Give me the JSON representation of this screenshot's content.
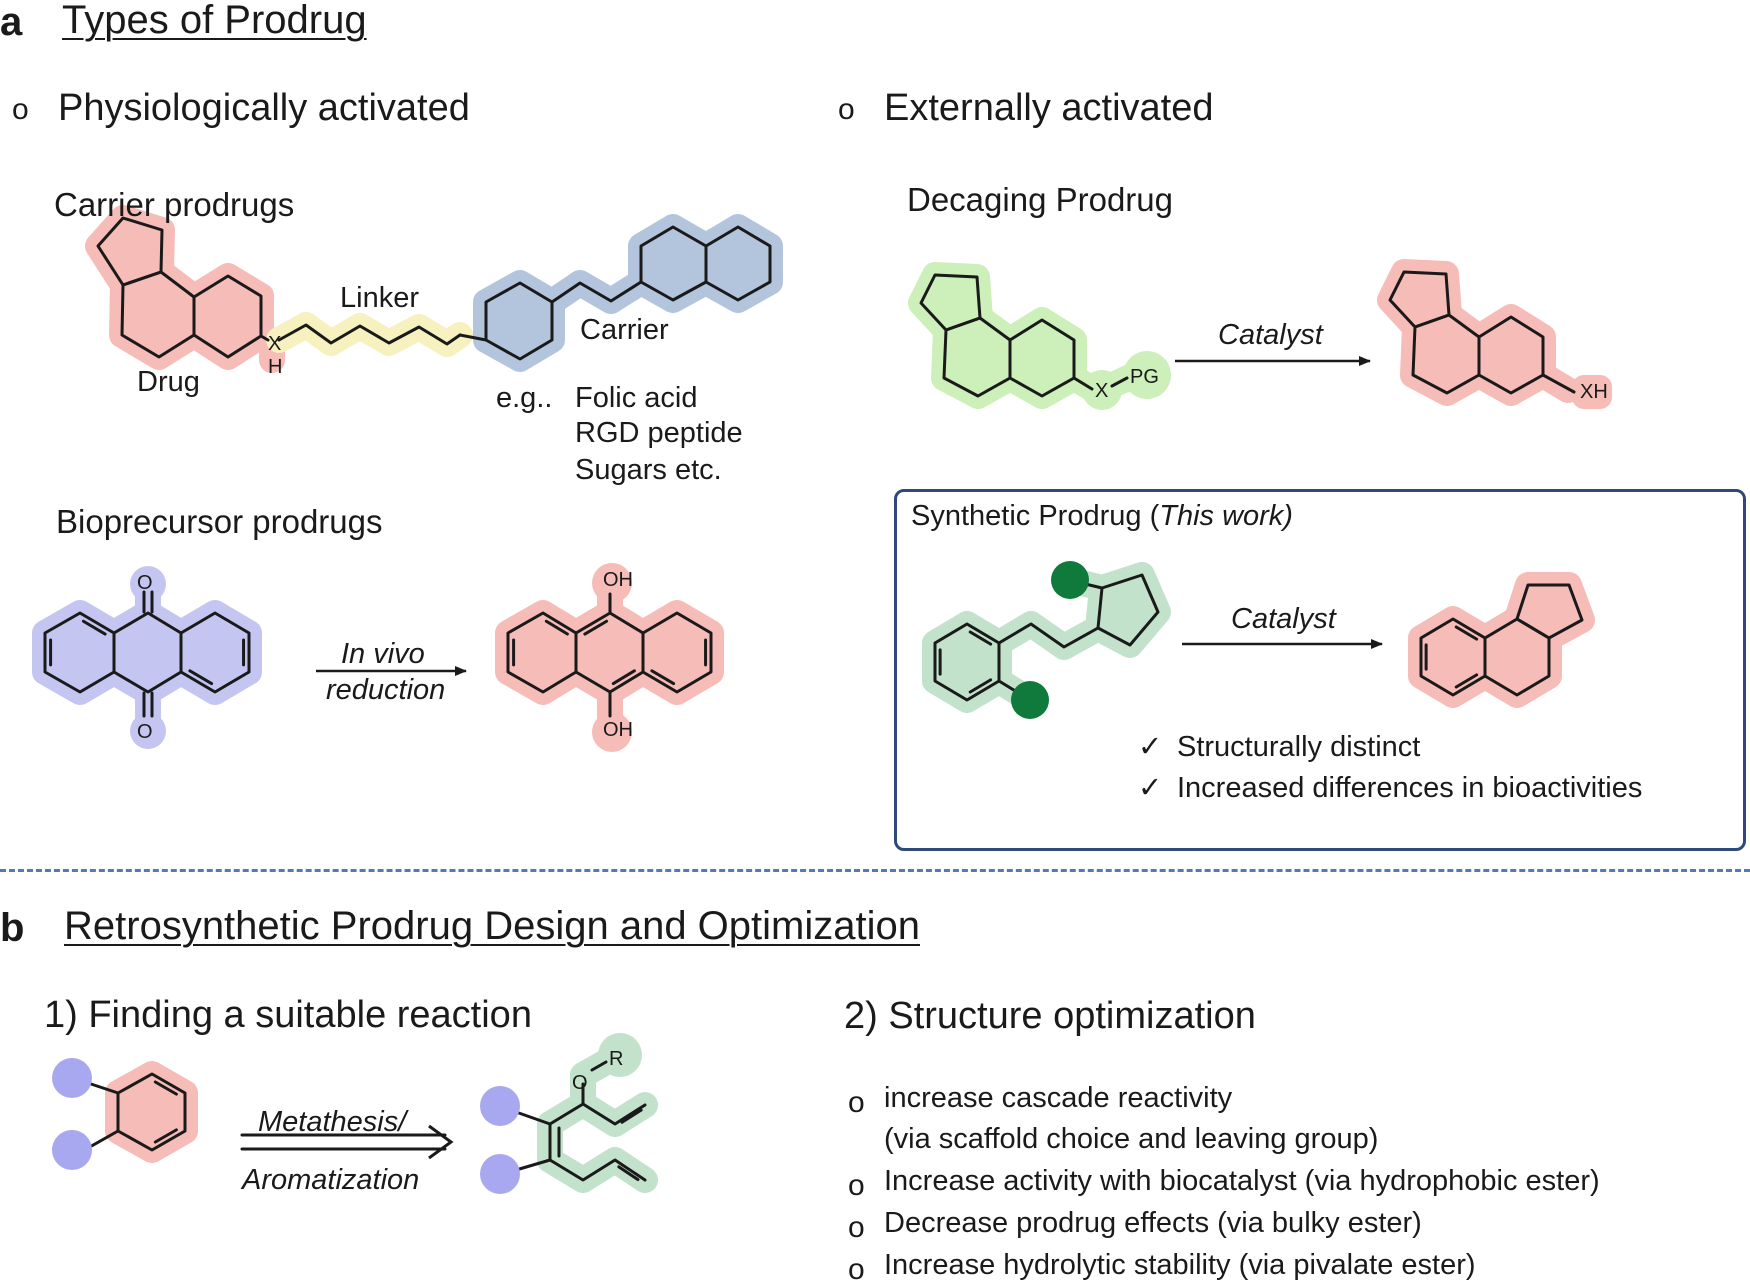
{
  "panel_a": {
    "letter": "a",
    "title": "Types of Prodrug",
    "physio_header": "Physiologically activated",
    "external_header": "Externally activated",
    "carrier": {
      "title": "Carrier prodrugs",
      "linker_label": "Linker",
      "drug_label": "Drug",
      "carrier_label": "Carrier",
      "x_atom": "X",
      "h_atom": "H",
      "eg": "e.g..",
      "examples": [
        "Folic acid",
        "RGD peptide",
        "Sugars etc."
      ]
    },
    "bioprecursor": {
      "title": "Bioprecursor prodrugs",
      "o_top": "O",
      "o_bottom": "O",
      "oh_top": "OH",
      "oh_bottom": "OH",
      "arrow_line1": "In vivo",
      "arrow_line2": "reduction"
    },
    "decaging": {
      "title": "Decaging Prodrug",
      "x_atom": "X",
      "pg": "PG",
      "xh": "XH",
      "catalyst": "Catalyst"
    },
    "synthetic": {
      "title_prefix": "Synthetic Prodrug (",
      "title_italic": "This work)",
      "catalyst": "Catalyst",
      "checks": [
        "Structurally distinct",
        "Increased differences in bioactivities"
      ],
      "check_mark": "✓"
    }
  },
  "panel_b": {
    "letter": "b",
    "title": "Retrosynthetic Prodrug Design and Optimization",
    "step1": "1) Finding a suitable reaction",
    "step2": "2) Structure optimization",
    "arrow_line1": "Metathesis/",
    "arrow_line2": "Aromatization",
    "o_atom": "O",
    "r_group": "R",
    "bullet_symbol": "o",
    "bullets": [
      "increase cascade reactivity",
      "(via scaffold choice and leaving group)",
      "Increase activity with biocatalyst (via hydrophobic ester)",
      "Decrease prodrug effects (via bulky ester)",
      "Increase hydrolytic stability (via pivalate ester)"
    ]
  },
  "colors": {
    "drug_pink": "#f6bcb8",
    "linker_yellow": "#f7f0bf",
    "carrier_blue": "#b3c5dc",
    "precursor_lavender": "#c4c6f1",
    "caged_green": "#cdefb9",
    "synthetic_green": "#c3e2cc",
    "dot_green": "#0f7a3c",
    "dot_lavender": "#a7a8f0",
    "box_border": "#2f4a7a",
    "divider": "#5577bb"
  }
}
